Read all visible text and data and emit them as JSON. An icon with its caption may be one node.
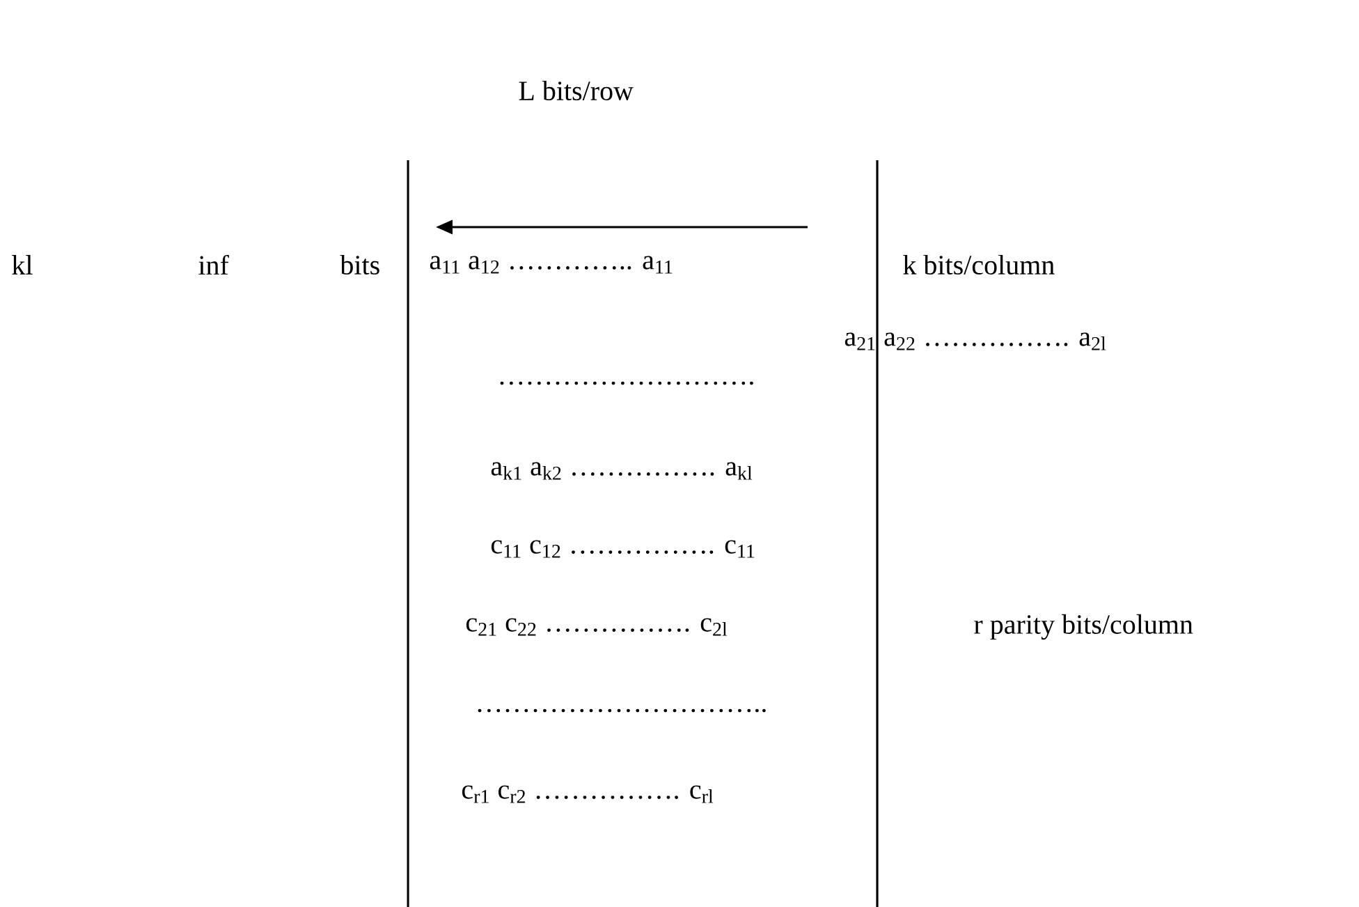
{
  "diagram": {
    "labels": [
      "L bits/row",
      "kl",
      "inf",
      "bits",
      "a$_{11}$  a$_{12}$  ………….. a$_{11}$",
      "k bits/column",
      "a$_{21}$  a$_{22}$ ……………. a$_{2l}$",
      "……………………….",
      "a$_{k1}$  a$_{k2}$ ……………. a$_{kl}$",
      "c$_{11}$  c$_{12}$ ……………. c$_{11}$",
      "c$_{21}$  c$_{22}$ ……………. c$_{2l}$",
      "r parity bits/column",
      "…………………………..",
      "c$_{r1}$  c$_{r2}$ ……………. c$_{rl}$"
    ]
  }
}
